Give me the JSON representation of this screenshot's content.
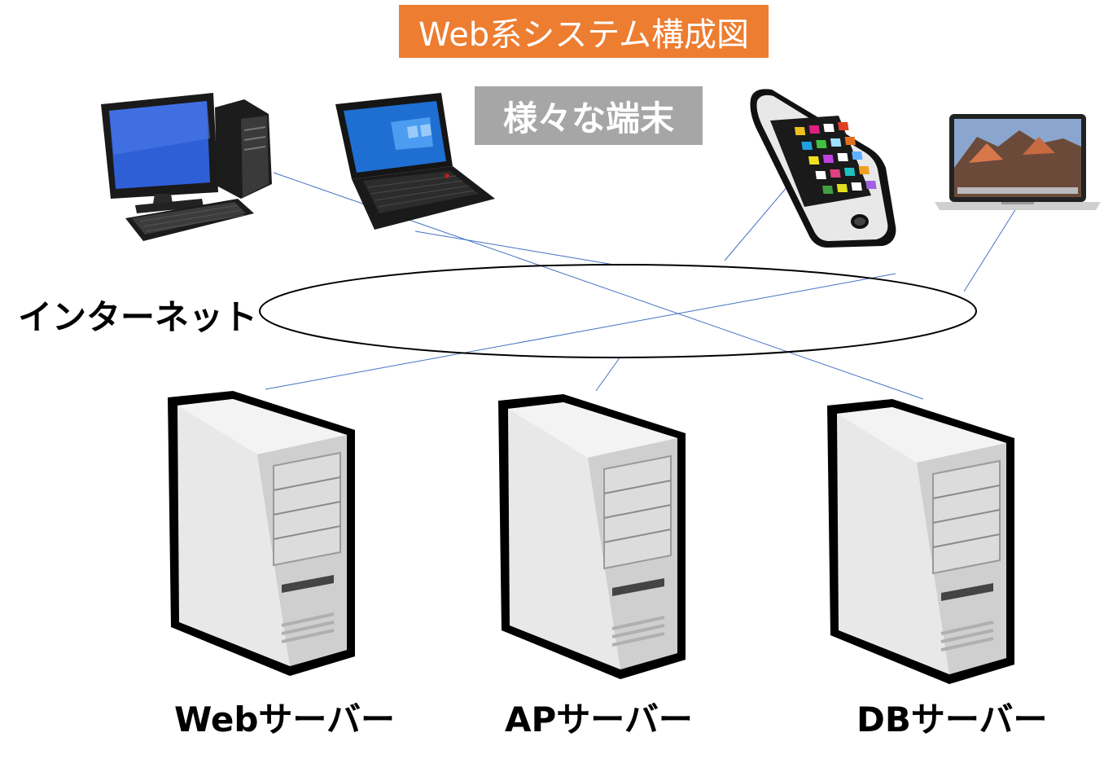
{
  "title": "Web系システム構成図",
  "terminals_label": "様々な端末",
  "internet_label": "インターネット",
  "servers": [
    {
      "label": "Webサーバー"
    },
    {
      "label": "APサーバー"
    },
    {
      "label": "DBサーバー"
    }
  ],
  "colors": {
    "title_bg": "#ED7D31",
    "terminals_bg": "#A6A6A6",
    "link_line": "#4472C4",
    "server_body": "#E6E6E6"
  },
  "icons": [
    "desktop-pc-icon",
    "laptop-windows-icon",
    "smartphone-icon",
    "macbook-icon",
    "server-icon"
  ]
}
